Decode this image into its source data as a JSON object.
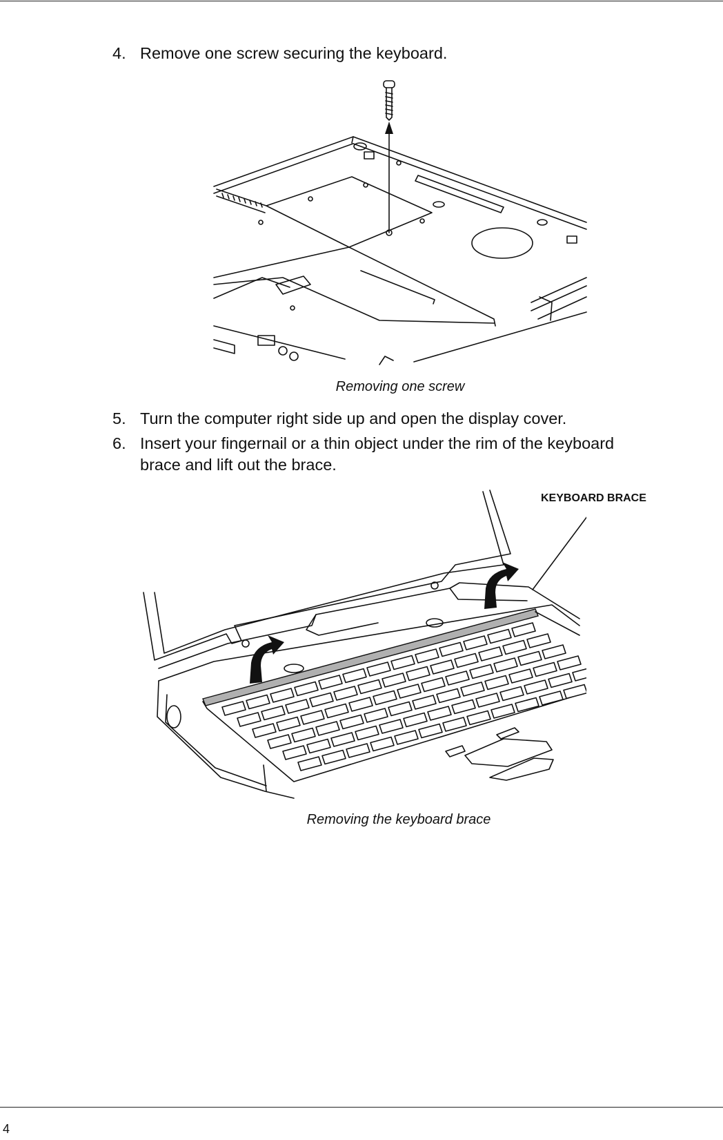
{
  "steps": [
    {
      "num": "4.",
      "text": "Remove one screw securing the keyboard."
    },
    {
      "num": "5.",
      "text": "Turn the computer right side up and open the display cover."
    },
    {
      "num": "6.",
      "line1": "Insert your fingernail or a thin object under the rim of the keyboard",
      "line2": "brace and lift out the brace."
    }
  ],
  "figures": {
    "screw": {
      "caption": "Removing one screw"
    },
    "brace": {
      "caption": "Removing the keyboard brace",
      "callout": "KEYBOARD BRACE"
    }
  },
  "footer": {
    "page_number": "4"
  }
}
